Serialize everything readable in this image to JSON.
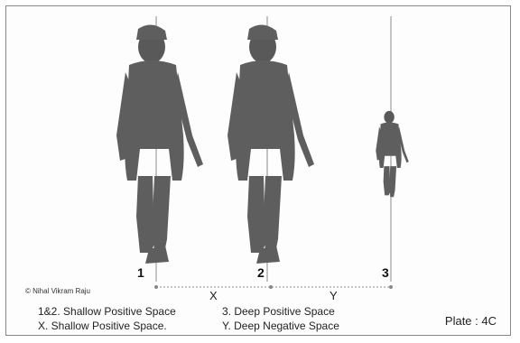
{
  "figure_labels": {
    "one": "1",
    "two": "2",
    "three": "3"
  },
  "credit": "© Nihal Vikram Raju",
  "dimensions": {
    "x": "X",
    "y": "Y"
  },
  "captions": {
    "line1_left": "1&2. Shallow Positive Space",
    "line1_right": "3. Deep Positive Space",
    "line2_left": "X. Shallow Positive  Space.",
    "line2_right": "Y. Deep Negative Space"
  },
  "plate": "Plate : 4C"
}
